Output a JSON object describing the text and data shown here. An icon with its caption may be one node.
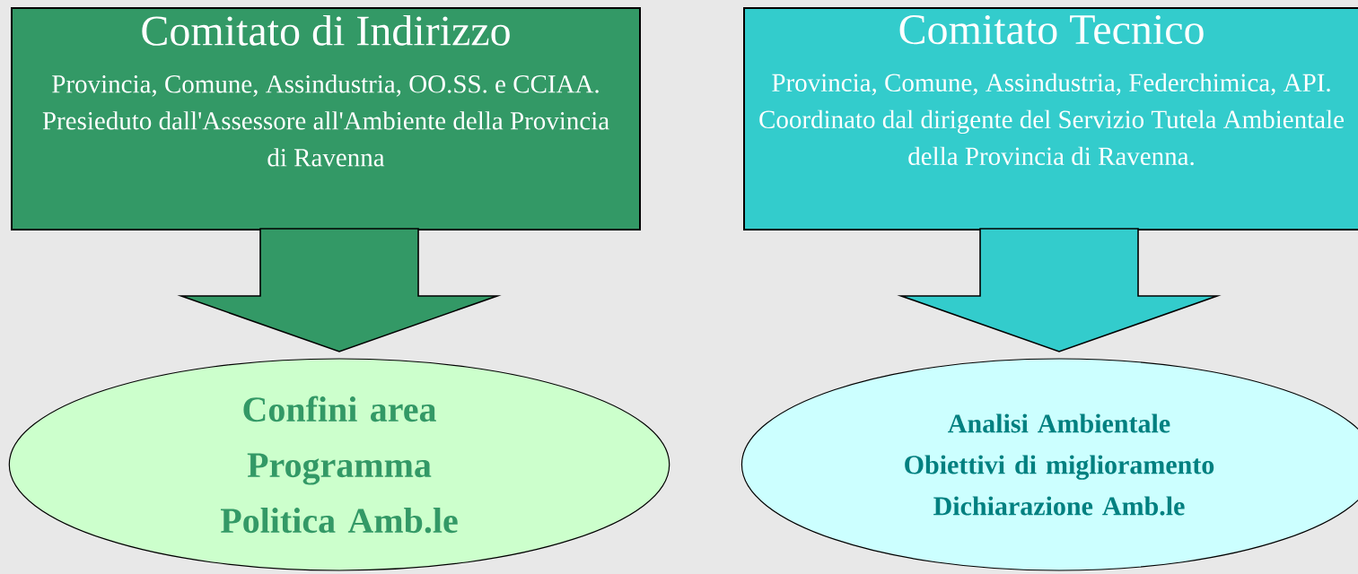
{
  "diagram": {
    "nodes": [
      {
        "text": [
          "Comitato di Indirizzo",
          "Provincia, Comune, Assindustria, OO.SS. e CCIAA. Presieduto dall'Assessore all'Ambiente della Provincia di Ravenna"
        ]
      },
      {
        "text": [
          "Comitato Tecnico",
          "Provincia, Comune, Assindustria, Federchimica, API. Coordinato dal dirigente del Servizio Tutela Ambientale della Provincia di Ravenna."
        ]
      },
      {
        "text": [
          "Confini area",
          "Programma",
          "Politica Amb.le"
        ]
      },
      {
        "text": [
          "Analisi Ambientale",
          "Obiettivi di miglioramento",
          "Dichiarazione Amb.le"
        ]
      }
    ],
    "edges": [
      {
        "from": 0,
        "to": 2,
        "arrow": "to",
        "color": "#339966"
      },
      {
        "from": 1,
        "to": 3,
        "arrow": "to",
        "color": "#33cccc"
      }
    ]
  }
}
